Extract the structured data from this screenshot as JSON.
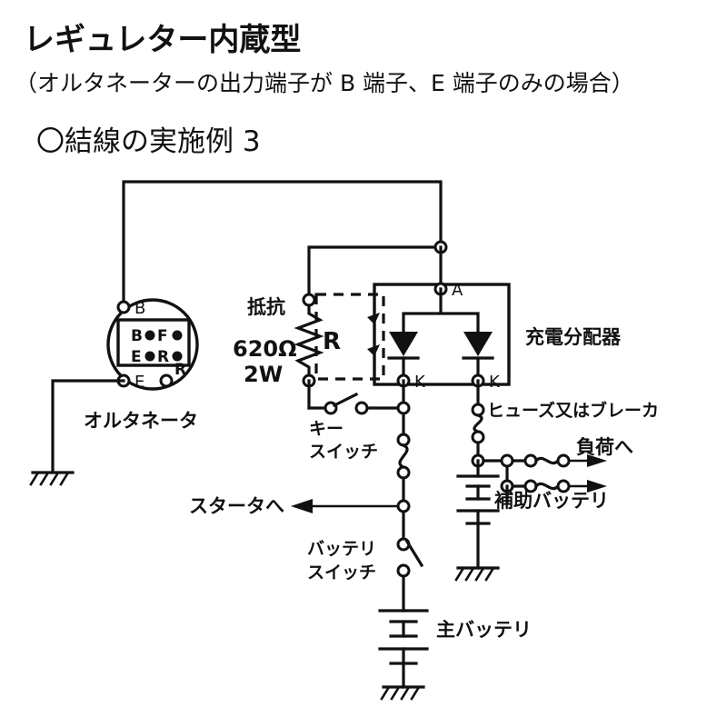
{
  "header": {
    "title": "レギュレター内蔵型",
    "subtitle": "（オルタネーターの出力端子が B 端子、E 端子のみの場合）",
    "example": "〇結線の実施例 3"
  },
  "diagram": {
    "alternator": {
      "label": "オルタネータ",
      "terminal_b": "B",
      "terminal_e": "E",
      "terminal_r": "R",
      "inner_row1_left": "B",
      "inner_row1_right": "F",
      "inner_row2_left": "E",
      "inner_row2_right": "R"
    },
    "resistor": {
      "label": "抵抗",
      "value_ohms": "620Ω",
      "value_watts": "2W",
      "symbol_label": "R"
    },
    "distributor": {
      "label": "充電分配器",
      "terminal_a": "A",
      "terminal_k_left": "K",
      "terminal_k_right": "K"
    },
    "key_switch": {
      "line1": "キー",
      "line2": "スイッチ"
    },
    "battery_switch": {
      "line1": "バッテリ",
      "line2": "スイッチ"
    },
    "fuse": {
      "label": "ヒューズ又はブレーカ"
    },
    "load": {
      "label": "負荷へ"
    },
    "aux_battery": {
      "label": "補助バッテリ"
    },
    "main_battery": {
      "label": "主バッテリ"
    },
    "starter": {
      "label": "スタータへ"
    }
  },
  "colors": {
    "ink": "#111111",
    "paper": "#ffffff"
  }
}
